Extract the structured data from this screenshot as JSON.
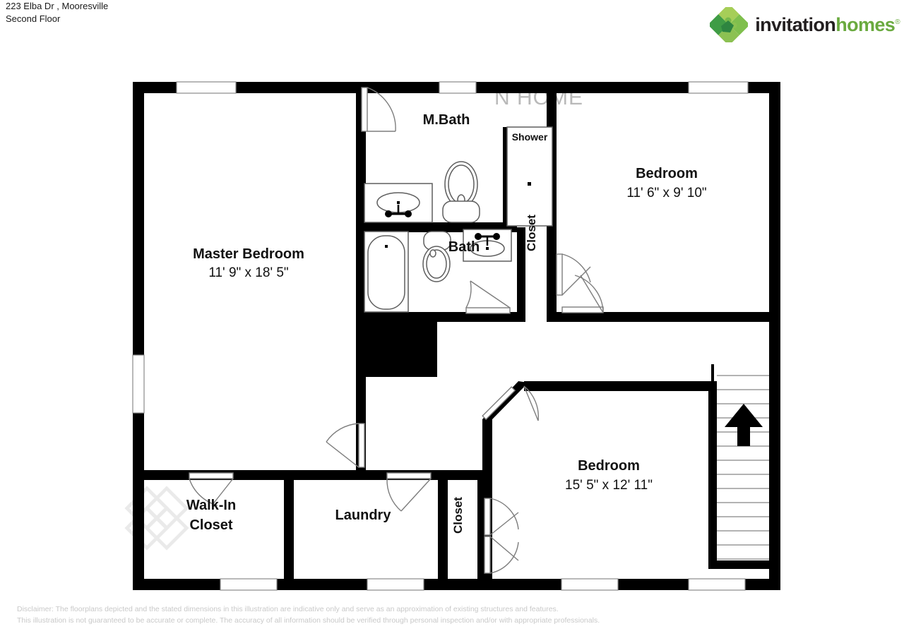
{
  "header": {
    "address": "223 Elba Dr , Mooresville",
    "floor": "Second Floor"
  },
  "logo": {
    "name": "invitation-homes-logo",
    "word1": "invitation",
    "word2": "homes",
    "trademark": "®",
    "colors": {
      "dark_green": "#3f9c45",
      "mid_green": "#7fbf4d",
      "light_green": "#a6ce58",
      "deep_green": "#2e8540",
      "text_dark": "#231f20",
      "text_green": "#6aaa3f"
    }
  },
  "watermark": {
    "top_text": "N HOME"
  },
  "floorplan": {
    "title": "Second Floor",
    "rooms": [
      {
        "id": "master-bedroom",
        "name": "Master Bedroom",
        "dimensions": "11' 9\" x 18' 5\""
      },
      {
        "id": "bedroom-2",
        "name": "Bedroom",
        "dimensions": "11' 6\" x 9' 10\""
      },
      {
        "id": "bedroom-3",
        "name": "Bedroom",
        "dimensions": "15' 5\" x 12' 11\""
      },
      {
        "id": "master-bath",
        "name": "M.Bath",
        "dimensions": ""
      },
      {
        "id": "bath",
        "name": "Bath",
        "dimensions": ""
      },
      {
        "id": "shower",
        "name": "Shower",
        "dimensions": ""
      },
      {
        "id": "closet-hall",
        "name": "Closet",
        "dimensions": ""
      },
      {
        "id": "closet-lower",
        "name": "Closet",
        "dimensions": ""
      },
      {
        "id": "walk-in-closet",
        "name": "Walk-In",
        "dimensions": ""
      },
      {
        "id": "walk-in-closet-2",
        "name": "Closet",
        "dimensions": ""
      },
      {
        "id": "laundry",
        "name": "Laundry",
        "dimensions": ""
      }
    ],
    "features": {
      "stairs_direction": "up",
      "stair_count": 14,
      "window_count": 9,
      "door_count": 8
    }
  },
  "disclaimer": {
    "line1": "Disclaimer: The floorplans depicted and the stated dimensions in this illustration are indicative only and serve as an approximation of existing structures and features.",
    "line2": "This illustration is not guaranteed to be accurate or complete. The accuracy of all information should be verified through personal inspection and/or with appropriate professionals."
  }
}
